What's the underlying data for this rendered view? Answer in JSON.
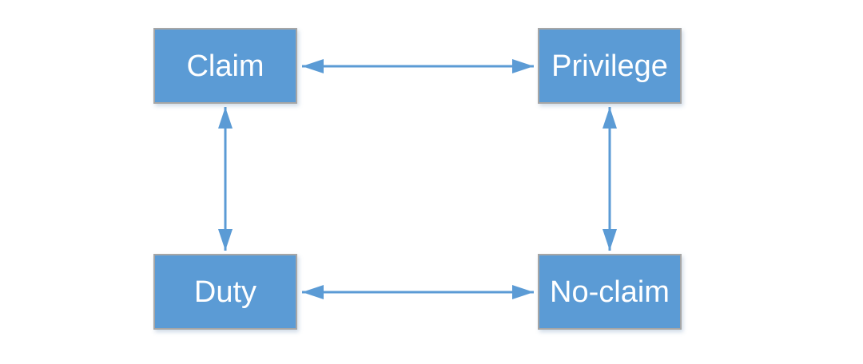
{
  "diagram": {
    "nodes": {
      "claim": {
        "label": "Claim"
      },
      "privilege": {
        "label": "Privilege"
      },
      "duty": {
        "label": "Duty"
      },
      "no_claim": {
        "label": "No-claim"
      }
    },
    "edges": [
      {
        "from": "Claim",
        "to": "Privilege",
        "direction": "bidirectional"
      },
      {
        "from": "Claim",
        "to": "Duty",
        "direction": "bidirectional"
      },
      {
        "from": "Privilege",
        "to": "No-claim",
        "direction": "bidirectional"
      },
      {
        "from": "Duty",
        "to": "No-claim",
        "direction": "bidirectional"
      }
    ],
    "colors": {
      "node_fill": "#5B9BD5",
      "node_border": "#A6A6A6",
      "node_text": "#FFFFFF",
      "arrow": "#5B9BD5",
      "background": "#FFFFFF"
    }
  }
}
